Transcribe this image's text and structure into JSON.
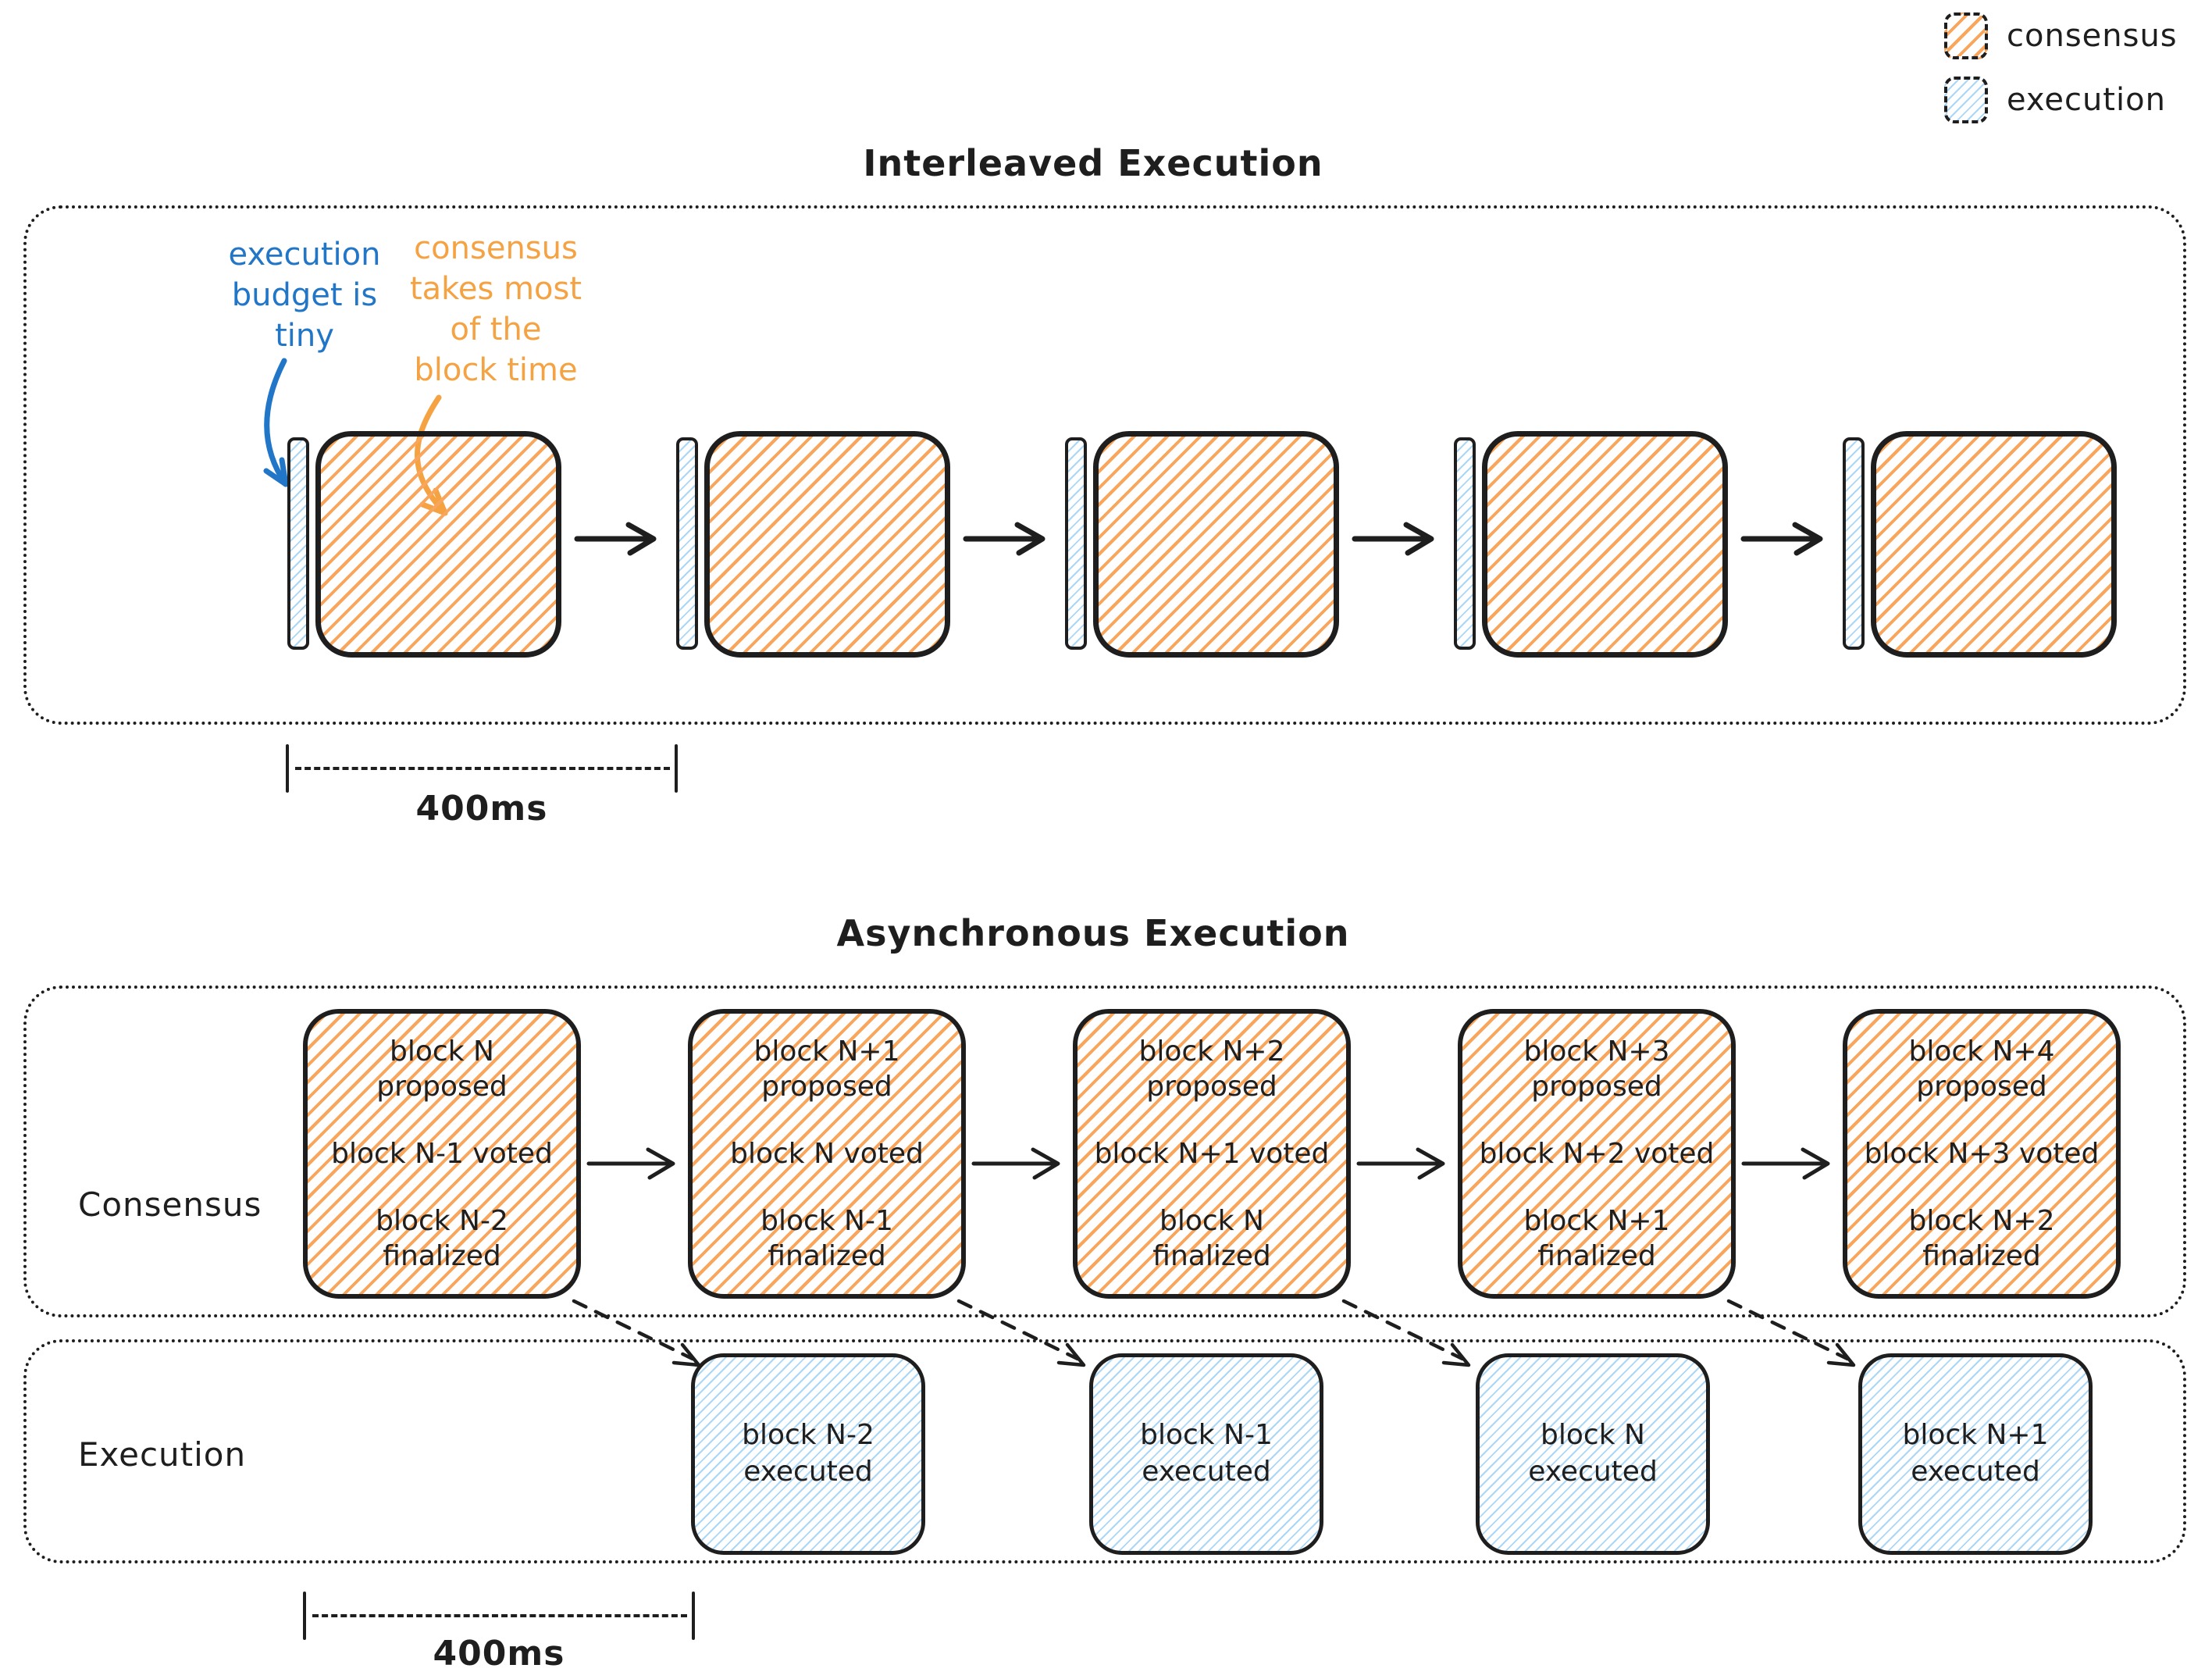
{
  "legend": {
    "items": [
      {
        "label": "consensus",
        "swatch": "orange-hatch-swatch",
        "color": "#F9A55C"
      },
      {
        "label": "execution",
        "swatch": "blue-hatch-swatch",
        "color": "#AAD7F8"
      }
    ]
  },
  "interleaved": {
    "title": "Interleaved Execution",
    "annotations": {
      "execution_note": "execution\nbudget is\ntiny",
      "consensus_note": "consensus\ntakes most\nof the\nblock time"
    },
    "block_pairs": 5,
    "measure_label": "400ms"
  },
  "asynchronous": {
    "title": "Asynchronous Execution",
    "consensus_label": "Consensus",
    "execution_label": "Execution",
    "consensus_boxes": [
      {
        "proposed": "block N\nproposed",
        "voted": "block N-1 voted",
        "finalized": "block N-2\nfinalized"
      },
      {
        "proposed": "block N+1\nproposed",
        "voted": "block N voted",
        "finalized": "block N-1\nfinalized"
      },
      {
        "proposed": "block N+2\nproposed",
        "voted": "block N+1 voted",
        "finalized": "block N\nfinalized"
      },
      {
        "proposed": "block N+3\nproposed",
        "voted": "block N+2 voted",
        "finalized": "block N+1\nfinalized"
      },
      {
        "proposed": "block N+4\nproposed",
        "voted": "block N+3 voted",
        "finalized": "block N+2\nfinalized"
      }
    ],
    "execution_boxes": [
      "block N-2\nexecuted",
      "block N-1\nexecuted",
      "block N\nexecuted",
      "block N+1\nexecuted"
    ],
    "measure_label": "400ms"
  },
  "colors": {
    "ink": "#1e1e1e",
    "consensus_hatch": "#F9A55C",
    "consensus_text": "#F5A243",
    "execution_hatch": "#AAD7F8",
    "execution_text": "#2176C7",
    "background": "#ffffff"
  }
}
